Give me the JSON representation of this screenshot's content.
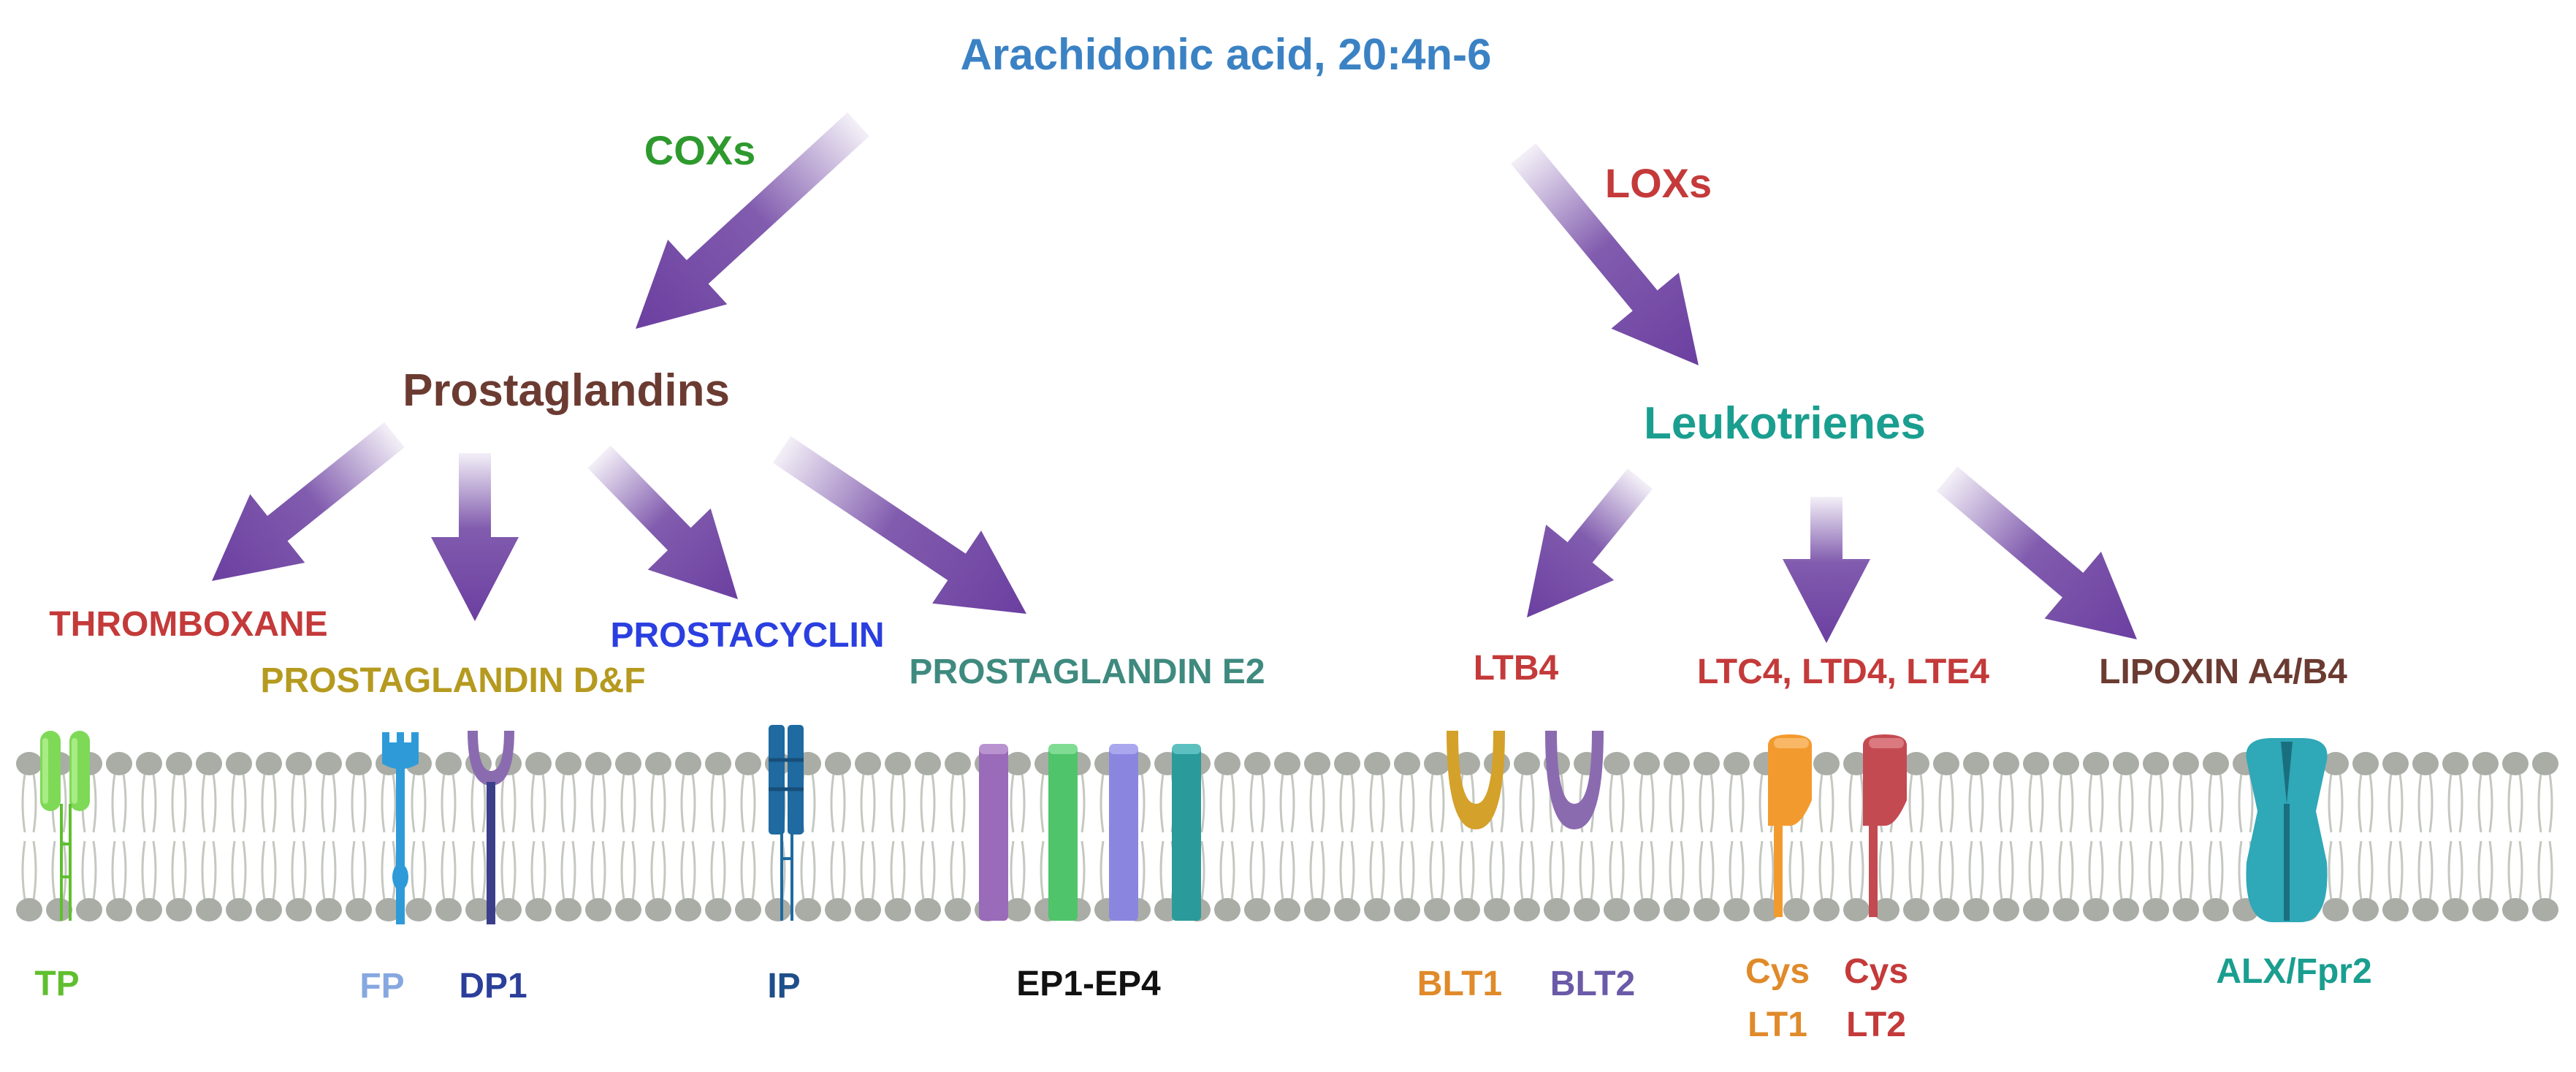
{
  "root": {
    "label": "Arachidonic acid, 20:4n-6",
    "color": "#3b82c4"
  },
  "enzymes": [
    {
      "id": "cox",
      "label": "COXs",
      "color": "#2e9a2e"
    },
    {
      "id": "lox",
      "label": "LOXs",
      "color": "#c43a3a"
    }
  ],
  "classes": [
    {
      "id": "prostaglandins",
      "label": "Prostaglandins",
      "color": "#6b3b32"
    },
    {
      "id": "leukotrienes",
      "label": "Leukotrienes",
      "color": "#1a9e8f"
    }
  ],
  "mediators": [
    {
      "id": "thromboxane",
      "label": "THROMBOXANE",
      "color": "#c43a3a"
    },
    {
      "id": "pgdf",
      "label": "PROSTAGLANDIN D&F",
      "color": "#b59a1f"
    },
    {
      "id": "prostacyclin",
      "label": "PROSTACYCLIN",
      "color": "#2b3fe0"
    },
    {
      "id": "pge2",
      "label": "PROSTAGLANDIN E2",
      "color": "#3f8a7f"
    },
    {
      "id": "ltb4",
      "label": "LTB4",
      "color": "#c43a3a"
    },
    {
      "id": "cyslt",
      "label": "LTC4, LTD4, LTE4",
      "color": "#c43a3a"
    },
    {
      "id": "lipoxin",
      "label": "LIPOXIN A4/B4",
      "color": "#6b3b32"
    }
  ],
  "receptors": [
    {
      "id": "tp",
      "lines": [
        "TP"
      ],
      "color": "#5fbf2f"
    },
    {
      "id": "fp",
      "lines": [
        "FP"
      ],
      "color": "#86a8e0"
    },
    {
      "id": "dp1",
      "lines": [
        "DP1"
      ],
      "color": "#2b3f9a"
    },
    {
      "id": "ip",
      "lines": [
        "IP"
      ],
      "color": "#1f4f8a"
    },
    {
      "id": "ep",
      "lines": [
        "EP1-EP4"
      ],
      "color": "#111111"
    },
    {
      "id": "blt1",
      "lines": [
        "BLT1"
      ],
      "color": "#e08a2a"
    },
    {
      "id": "blt2",
      "lines": [
        "BLT2"
      ],
      "color": "#6a5aa8"
    },
    {
      "id": "cyslt1",
      "lines": [
        "Cys",
        "LT1"
      ],
      "color": "#e08a2a"
    },
    {
      "id": "cyslt2",
      "lines": [
        "Cys",
        "LT2"
      ],
      "color": "#c43a3a"
    },
    {
      "id": "alx",
      "lines": [
        "ALX/Fpr2"
      ],
      "color": "#1a9e8f"
    }
  ],
  "colors": {
    "arrow": "#6b3fa0",
    "membrane_head": "#a9ada5",
    "membrane_tail": "#c4c8c0"
  }
}
